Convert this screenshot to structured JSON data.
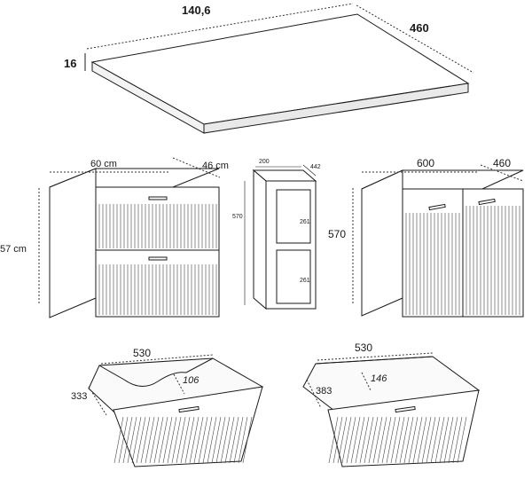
{
  "countertop": {
    "width": "140,6",
    "depth": "460",
    "thickness": "16"
  },
  "drawer_cabinet": {
    "width": "60 cm",
    "depth": "46 cm",
    "height": "57 cm"
  },
  "shelf_unit": {
    "width": "200",
    "depth": "442",
    "height": "570",
    "upper_space": "261",
    "lower_space": "261"
  },
  "door_cabinet": {
    "width": "600",
    "depth": "460",
    "height": "570"
  },
  "drawer_upper": {
    "width": "530",
    "depth": "333",
    "height": "106"
  },
  "drawer_lower": {
    "width": "530",
    "depth": "383",
    "height": "146"
  }
}
